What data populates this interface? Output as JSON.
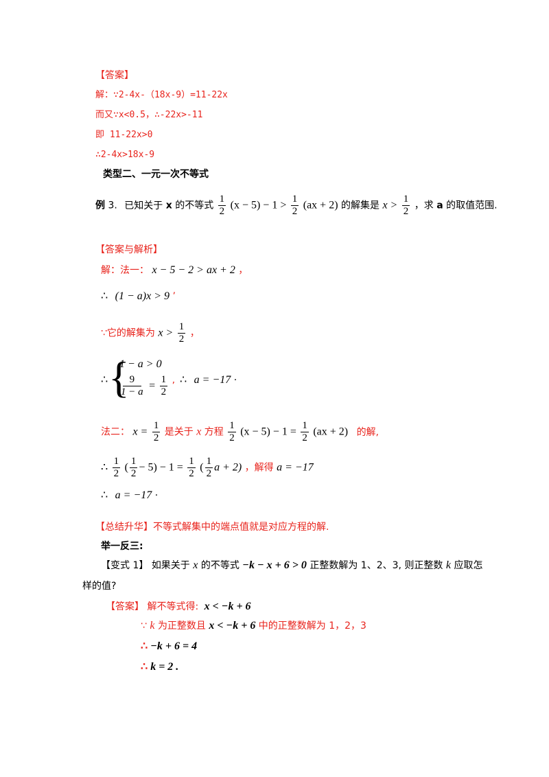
{
  "answer1": {
    "heading": "【答案】",
    "l1": "解：∵2-4x-（18x-9）=11-22x",
    "l2": "而又∵x<0.5，∴-22x>-11",
    "l3": "即 11-22x>0",
    "l4": "∴2-4x>18x-9"
  },
  "type2_heading": "类型二、一元一次不等式",
  "example3": {
    "label": "例",
    "num": "3.",
    "pre": "已知关于",
    "var_x": "x",
    "mid": "的不等式",
    "half": "1",
    "two": "2",
    "expr1": "(x − 5) − 1 >",
    "expr2": "(ax + 2)",
    "solset": "的解集是",
    "xgt": "x >",
    "ask_pre": "，求",
    "var_a": "a",
    "ask_post": "的取值范围."
  },
  "analysis": {
    "heading": "【答案与解析】",
    "method1": "解：法一：",
    "m1expr": "x − 5 − 2 > ax + 2",
    "comma": "，",
    "therefore": "∴",
    "step2": "(1 − a)x > 9",
    "because_sol": "∵它的解集为",
    "sys_top": "1 − a > 0",
    "sys_num": "9",
    "sys_den": "1 − a",
    "sys_eq": "=",
    "sys_rhs_num": "1",
    "sys_rhs_den": "2",
    "a_result": "a = −17",
    "method2": "法二：",
    "x_eq": "x =",
    "is_about": "是关于",
    "eq_word": "方程",
    "eq_expr1": "(x − 5) − 1 =",
    "eq_expr2": "(ax + 2)",
    "of_sol": "的解,",
    "sub_expr1": "(",
    "sub_expr2": "− 5) − 1 =",
    "sub_expr3": "(",
    "sub_expr4": "a + 2)",
    "solved": "，解得",
    "final": "a = −17"
  },
  "summary": "【总结升华】不等式解集中的端点值就是对应方程的解.",
  "practice": {
    "heading": "举一反三:",
    "variant_label": "【变式 1】",
    "v_text1": "如果关于",
    "v_x": "x",
    "v_text2": "的不等式",
    "v_ineq": "−k − x + 6 > 0",
    "v_text3": "正整数解为 1、2、3,",
    "v_text4": "则正整数",
    "v_k": "k",
    "v_text5": "应取怎",
    "v_text6": "样的值?",
    "ans_label": "【答案】",
    "ans_text": "解不等式得:",
    "ans_expr": "x < −k + 6",
    "r2_pre": "∵",
    "r2_k": "k",
    "r2_mid": "为正整数且",
    "r2_expr": "x < −k + 6",
    "r2_post": "中的正整数解为 1，2，3",
    "r3": "∴ −k + 6 = 4",
    "r4": "∴ k = 2 ."
  }
}
